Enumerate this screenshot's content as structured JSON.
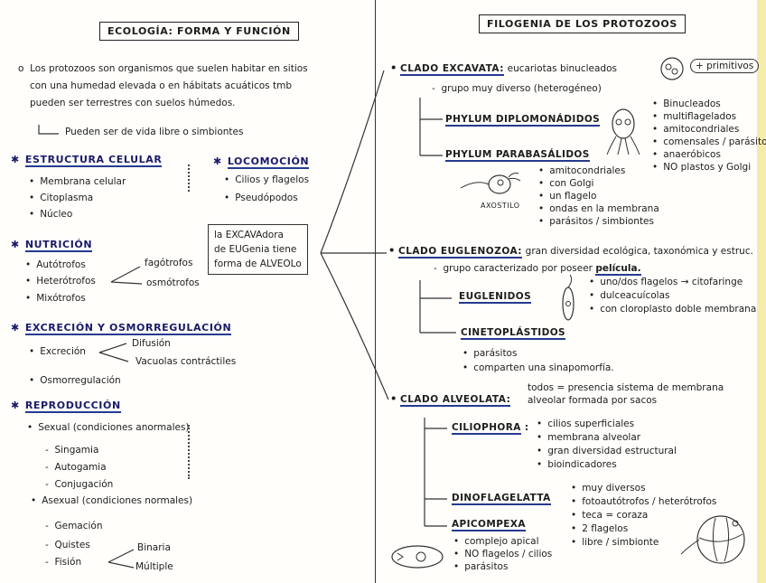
{
  "left": {
    "title": "ECOLOGÍA: FORMA Y FUNCIÓN",
    "intro_line1": "Los protozoos son organismos que suelen habitar en sitios",
    "intro_line2": "con una humedad elevada o en hábitats acuáticos tmb",
    "intro_line3": "pueden ser terrestres con suelos húmedos.",
    "intro_arrow": "Pueden ser de vida libre o simbiontes",
    "estructura": {
      "title": "ESTRUCTURA CELULAR",
      "items": [
        "Membrana celular",
        "Citoplasma",
        "Núcleo"
      ]
    },
    "locomocion": {
      "title": "LOCOMOCIÓN",
      "items": [
        "Cilios y flagelos",
        "Pseudópodos"
      ]
    },
    "nutricion": {
      "title": "NUTRICIÓN",
      "items": [
        "Autótrofos",
        "Heterótrofos",
        "Mixótrofos"
      ],
      "hetero_sub": [
        "fagótrofos",
        "osmótrofos"
      ]
    },
    "excrecion": {
      "title": "EXCRECIÓN Y OSMORREGULACIÓN",
      "excrecion_label": "Excreción",
      "excrecion_sub": [
        "Difusión",
        "Vacuolas contráctiles"
      ],
      "osmo": "Osmorregulación"
    },
    "reproduccion": {
      "title": "REPRODUCCIÓN",
      "sexual": "Sexual (condiciones anormales)",
      "sexual_items": [
        "Singamia",
        "Autogamia",
        "Conjugación"
      ],
      "asexual": "Asexual (condiciones normales)",
      "asexual_items": [
        "Gemación",
        "Quistes",
        "Fisión"
      ],
      "fision_sub": [
        "Binaria",
        "Múltiple"
      ]
    },
    "note": [
      "la EXCAVAdora",
      "de EUGenia tiene",
      "forma de ALVEOLo"
    ]
  },
  "right": {
    "title": "FILOGENIA DE LOS PROTOZOOS",
    "excavata": {
      "title": "CLADO EXCAVATA:",
      "desc": "eucariotas binucleados",
      "primitive": "+ primitivos",
      "group": "grupo muy diverso (heterogéneo)",
      "phylum1": "PHYLUM DIPLOMONÁDIDOS",
      "phylum1_items": [
        "Binucleados",
        "multiflagelados",
        "amitocondriales",
        "comensales / parásitos",
        "anaeróbicos",
        "NO plastos y Golgi"
      ],
      "phylum2": "PHYLUM PARABASÁLIDOS",
      "phylum2_items": [
        "amitocondriales",
        "con Golgi",
        "un flagelo",
        "ondas en la membrana",
        "parásitos / simbiontes"
      ],
      "axostilo": "AXOSTILO"
    },
    "euglenozoa": {
      "title": "CLADO EUGLENOZOA:",
      "desc": "gran diversidad ecológica, taxonómica y estruc.",
      "group_pre": "grupo caracterizado por poseer",
      "group_key": "película.",
      "sub1": "EUGLENIDOS",
      "sub1_items": [
        "uno/dos flagelos → citofaringe",
        "dulceacuícolas",
        "con cloroplasto doble membrana"
      ],
      "sub2": "CINETOPLÁSTIDOS",
      "sub2_items": [
        "parásitos",
        "comparten una sinapomorfía."
      ]
    },
    "alveolata": {
      "title": "CLADO ALVEOLATA:",
      "desc1": "todos = presencia sistema de membrana",
      "desc2": "alveolar formada por sacos",
      "sub1": "CILIOPHORA",
      "sub1_items": [
        "cilios superficiales",
        "membrana alveolar",
        "gran diversidad estructural",
        "bioindicadores"
      ],
      "sub2": "DINOFLAGELATTA",
      "sub2_items": [
        "muy diversos",
        "fotoautótrofos / heterótrofos",
        "teca = coraza",
        "2 flagelos",
        "libre / simbionte"
      ],
      "sub3": "APICOMPEXA",
      "sub3_items": [
        "complejo apical",
        "NO flagelos / cilios",
        "parásitos"
      ]
    }
  }
}
